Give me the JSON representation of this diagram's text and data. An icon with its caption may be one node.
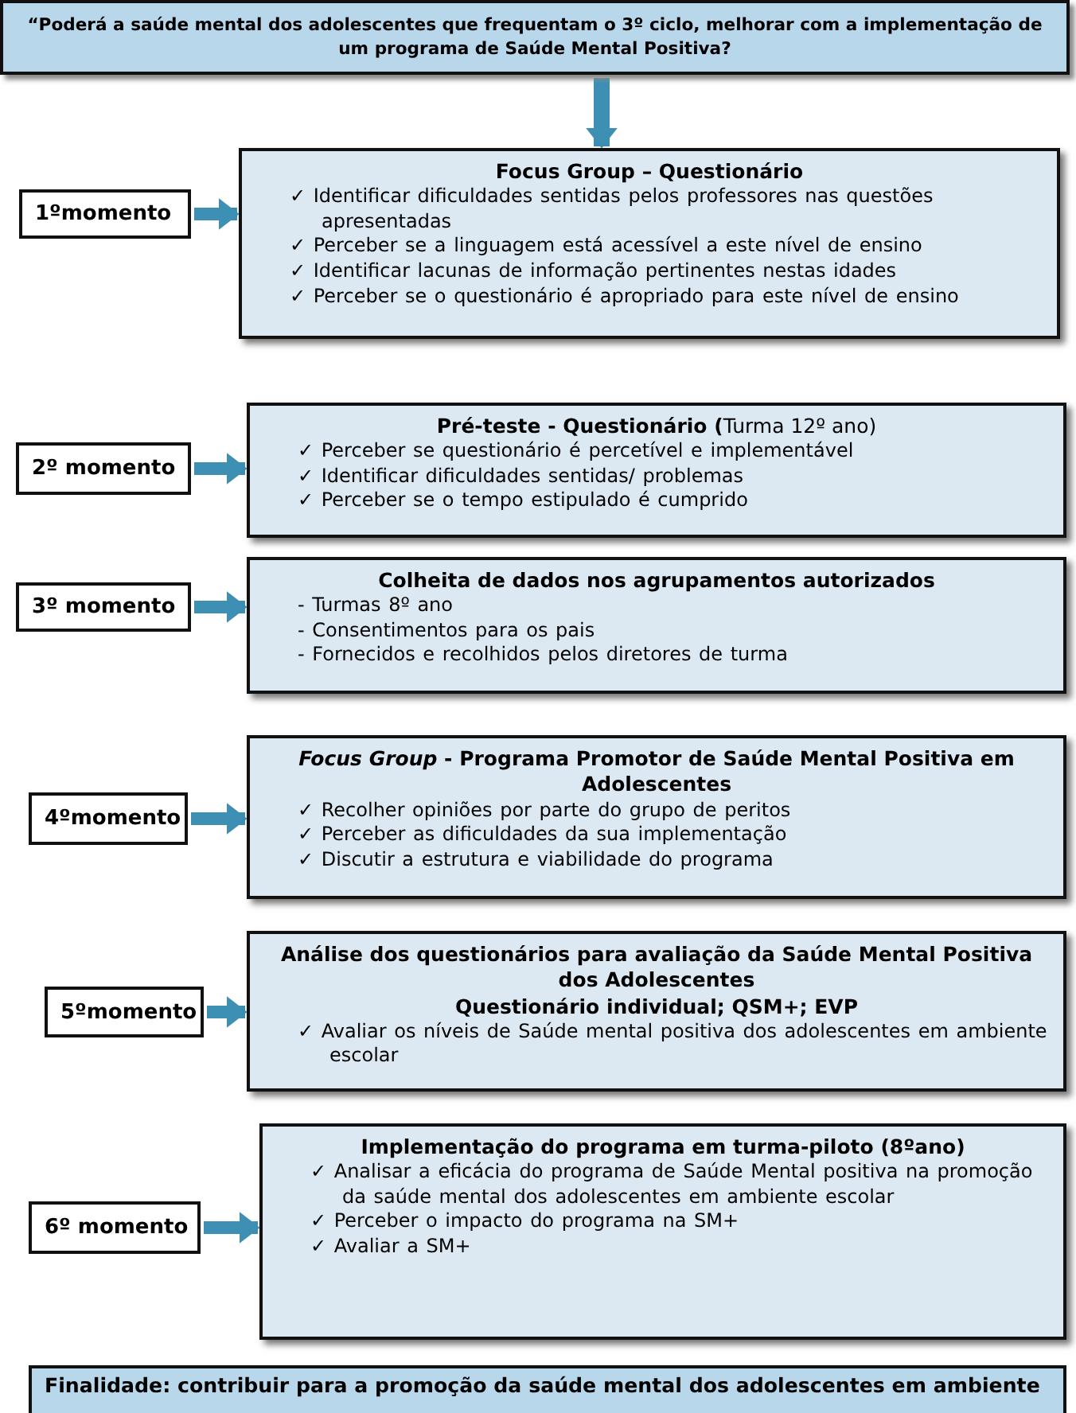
{
  "diagram": {
    "nodes": [
      {
        "text": [
          "“Poderá a saúde mental dos adolescentes que frequentam o 3º ciclo, melhorar com a implementação de um programa de Saúde Mental Positiva?"
        ]
      },
      {
        "text": [
          "1ºmomento"
        ]
      },
      {
        "text": [
          "Focus Group – Questionário",
          "✓ Identificar dificuldades sentidas pelos professores nas questões apresentadas",
          "✓ Perceber se a linguagem está acessível a este nível de ensino",
          "✓ Identificar lacunas de informação pertinentes nestas idades",
          "✓ Perceber se o questionário é apropriado para este nível de ensino"
        ]
      },
      {
        "text": [
          "2º momento"
        ]
      },
      {
        "text": [
          "**Pré-teste - Questionário (**Turma 12º ano)",
          "✓ Perceber se questionário é percetível e implementável",
          "✓ Identificar dificuldades sentidas/ problemas",
          "✓ Perceber se o tempo estipulado é cumprido"
        ]
      },
      {
        "text": [
          "3º momento"
        ]
      },
      {
        "text": [
          "Colheita de dados nos agrupamentos autorizados",
          "- Turmas 8º ano",
          "- Consentimentos para os pais",
          "- Fornecidos e recolhidos pelos diretores de turma"
        ]
      },
      {
        "text": [
          "4ºmomento"
        ]
      },
      {
        "text": [
          "*Focus Group* - Programa Promotor de Saúde Mental Positiva em Adolescentes",
          "✓ Recolher opiniões por parte do grupo de peritos",
          "✓ Perceber as dificuldades da sua implementação",
          "✓ Discutir a estrutura e viabilidade do programa"
        ]
      },
      {
        "text": [
          "5ºmomento"
        ]
      },
      {
        "text": [
          "Análise dos questionários para avaliação da Saúde Mental Positiva dos Adolescentes",
          "Questionário individual; QSM+; EVP",
          "✓ Avaliar os níveis de Saúde mental positiva dos adolescentes em ambiente escolar"
        ]
      },
      {
        "text": [
          "6º momento"
        ]
      },
      {
        "text": [
          "Implementação do programa em turma-piloto (8ºano)",
          "✓ Analisar a eficácia do programa de Saúde Mental positiva na promoção da saúde mental dos adolescentes em ambiente escolar",
          "✓ Perceber o impacto do programa na SM+",
          "✓ Avaliar a SM+"
        ]
      },
      {
        "text": [
          "Finalidade: contribuir para a promoção da saúde mental dos adolescentes em ambiente"
        ]
      }
    ],
    "edges": [
      {
        "from": 0,
        "to": 2,
        "arrow": "to"
      },
      {
        "from": 1,
        "to": 2,
        "arrow": "to"
      },
      {
        "from": 3,
        "to": 4,
        "arrow": "to"
      },
      {
        "from": 5,
        "to": 6,
        "arrow": "to"
      },
      {
        "from": 7,
        "to": 8,
        "arrow": "to"
      },
      {
        "from": 9,
        "to": 10,
        "arrow": "to"
      },
      {
        "from": 11,
        "to": 12,
        "arrow": "to"
      }
    ]
  }
}
